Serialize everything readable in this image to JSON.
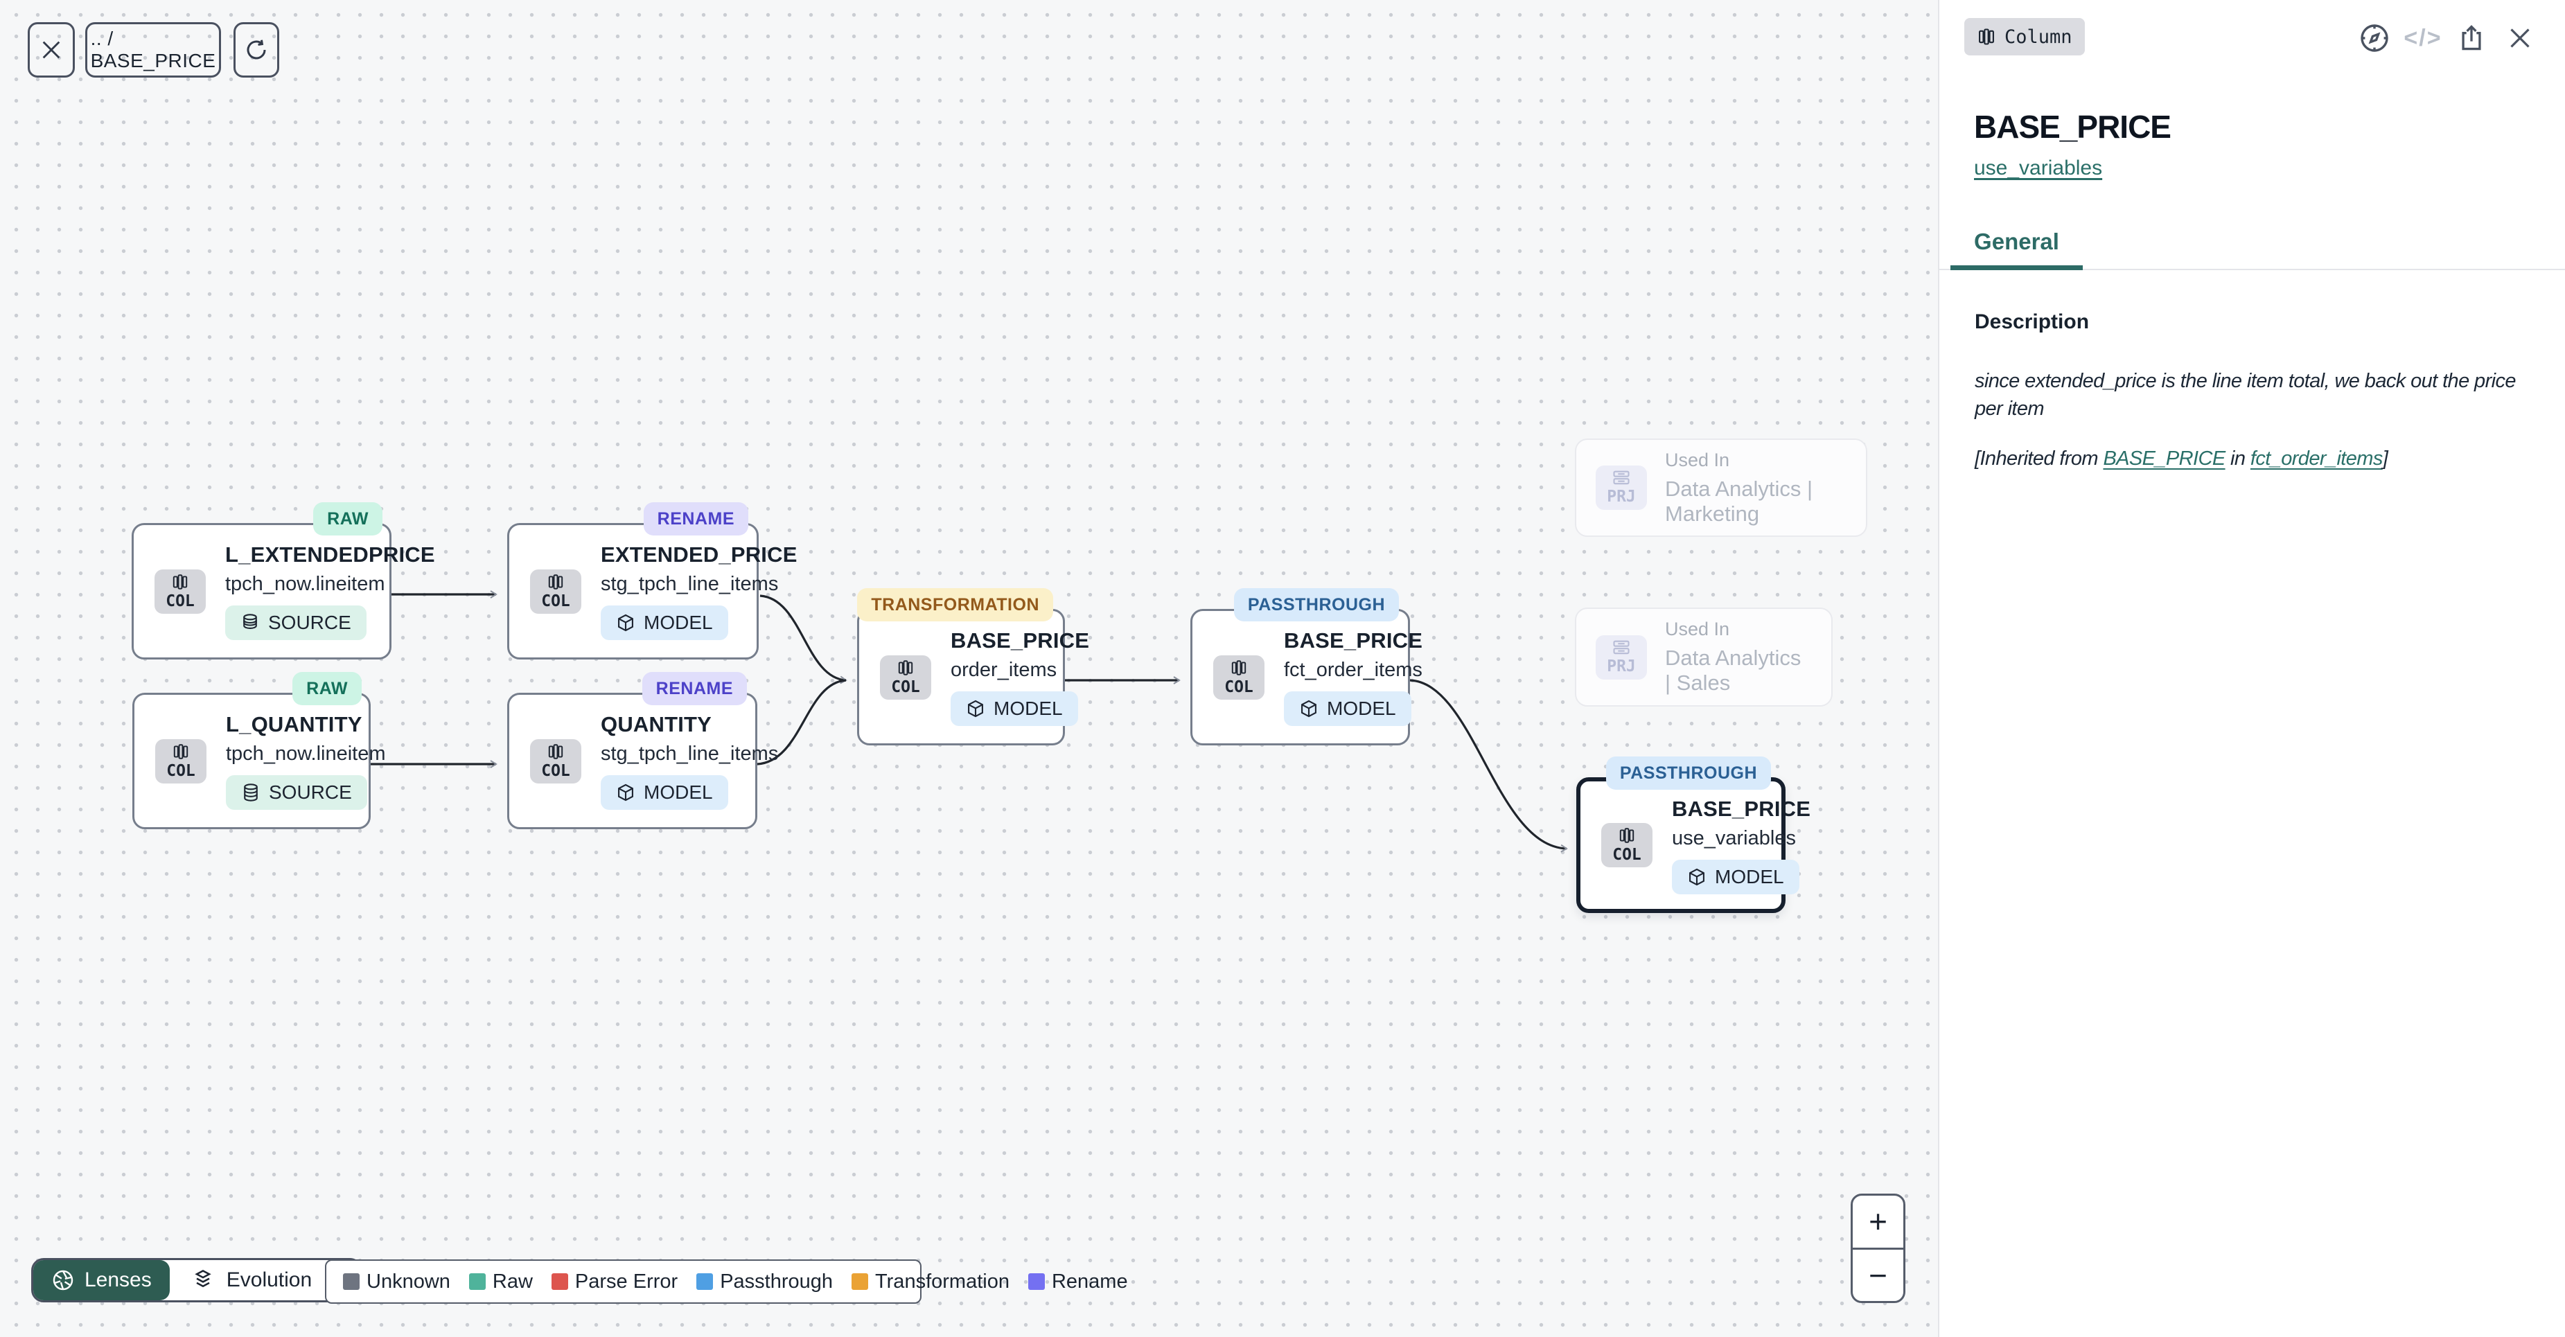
{
  "toolbar": {
    "breadcrumb": ".. / BASE_PRICE"
  },
  "canvas": {
    "nodes": [
      {
        "kind": "COL",
        "tag": "RAW",
        "title": "L_EXTENDEDPRICE",
        "subtitle": "tpch_now.lineitem",
        "badge": "SOURCE"
      },
      {
        "kind": "COL",
        "tag": "RENAME",
        "title": "EXTENDED_PRICE",
        "subtitle": "stg_tpch_line_items",
        "badge": "MODEL"
      },
      {
        "kind": "COL",
        "tag": "RAW",
        "title": "L_QUANTITY",
        "subtitle": "tpch_now.lineitem",
        "badge": "SOURCE"
      },
      {
        "kind": "COL",
        "tag": "RENAME",
        "title": "QUANTITY",
        "subtitle": "stg_tpch_line_items",
        "badge": "MODEL"
      },
      {
        "kind": "COL",
        "tag": "TRANSFORMATION",
        "title": "BASE_PRICE",
        "subtitle": "order_items",
        "badge": "MODEL"
      },
      {
        "kind": "COL",
        "tag": "PASSTHROUGH",
        "title": "BASE_PRICE",
        "subtitle": "fct_order_items",
        "badge": "MODEL"
      },
      {
        "kind": "COL",
        "tag": "PASSTHROUGH",
        "title": "BASE_PRICE",
        "subtitle": "use_variables",
        "badge": "MODEL"
      }
    ],
    "ghosts": [
      {
        "kind": "PRJ",
        "label": "Used In",
        "name": "Data Analytics | Marketing"
      },
      {
        "kind": "PRJ",
        "label": "Used In",
        "name": "Data Analytics | Sales"
      }
    ]
  },
  "lenses": {
    "button_label": "Lenses",
    "selected_lens": "Evolution"
  },
  "legend": {
    "items": [
      {
        "label": "Unknown",
        "color": "#6e7480"
      },
      {
        "label": "Raw",
        "color": "#4fb39b"
      },
      {
        "label": "Parse Error",
        "color": "#dd554e"
      },
      {
        "label": "Passthrough",
        "color": "#4f9fe3"
      },
      {
        "label": "Transformation",
        "color": "#eaa234"
      },
      {
        "label": "Rename",
        "color": "#7470f1"
      }
    ]
  },
  "zoom_controls": {
    "zoom_in": "+",
    "zoom_out": "−"
  },
  "panel": {
    "type_badge": "Column",
    "title": "BASE_PRICE",
    "model_link": "use_variables",
    "tabs": [
      {
        "label": "General"
      }
    ],
    "description_label": "Description",
    "description": "since extended_price is the line item total, we back out the price per item",
    "inherited_prefix": "[Inherited from ",
    "inherited_link_column": "BASE_PRICE",
    "inherited_middle": " in ",
    "inherited_link_model": "fct_order_items",
    "inherited_suffix": "]"
  }
}
